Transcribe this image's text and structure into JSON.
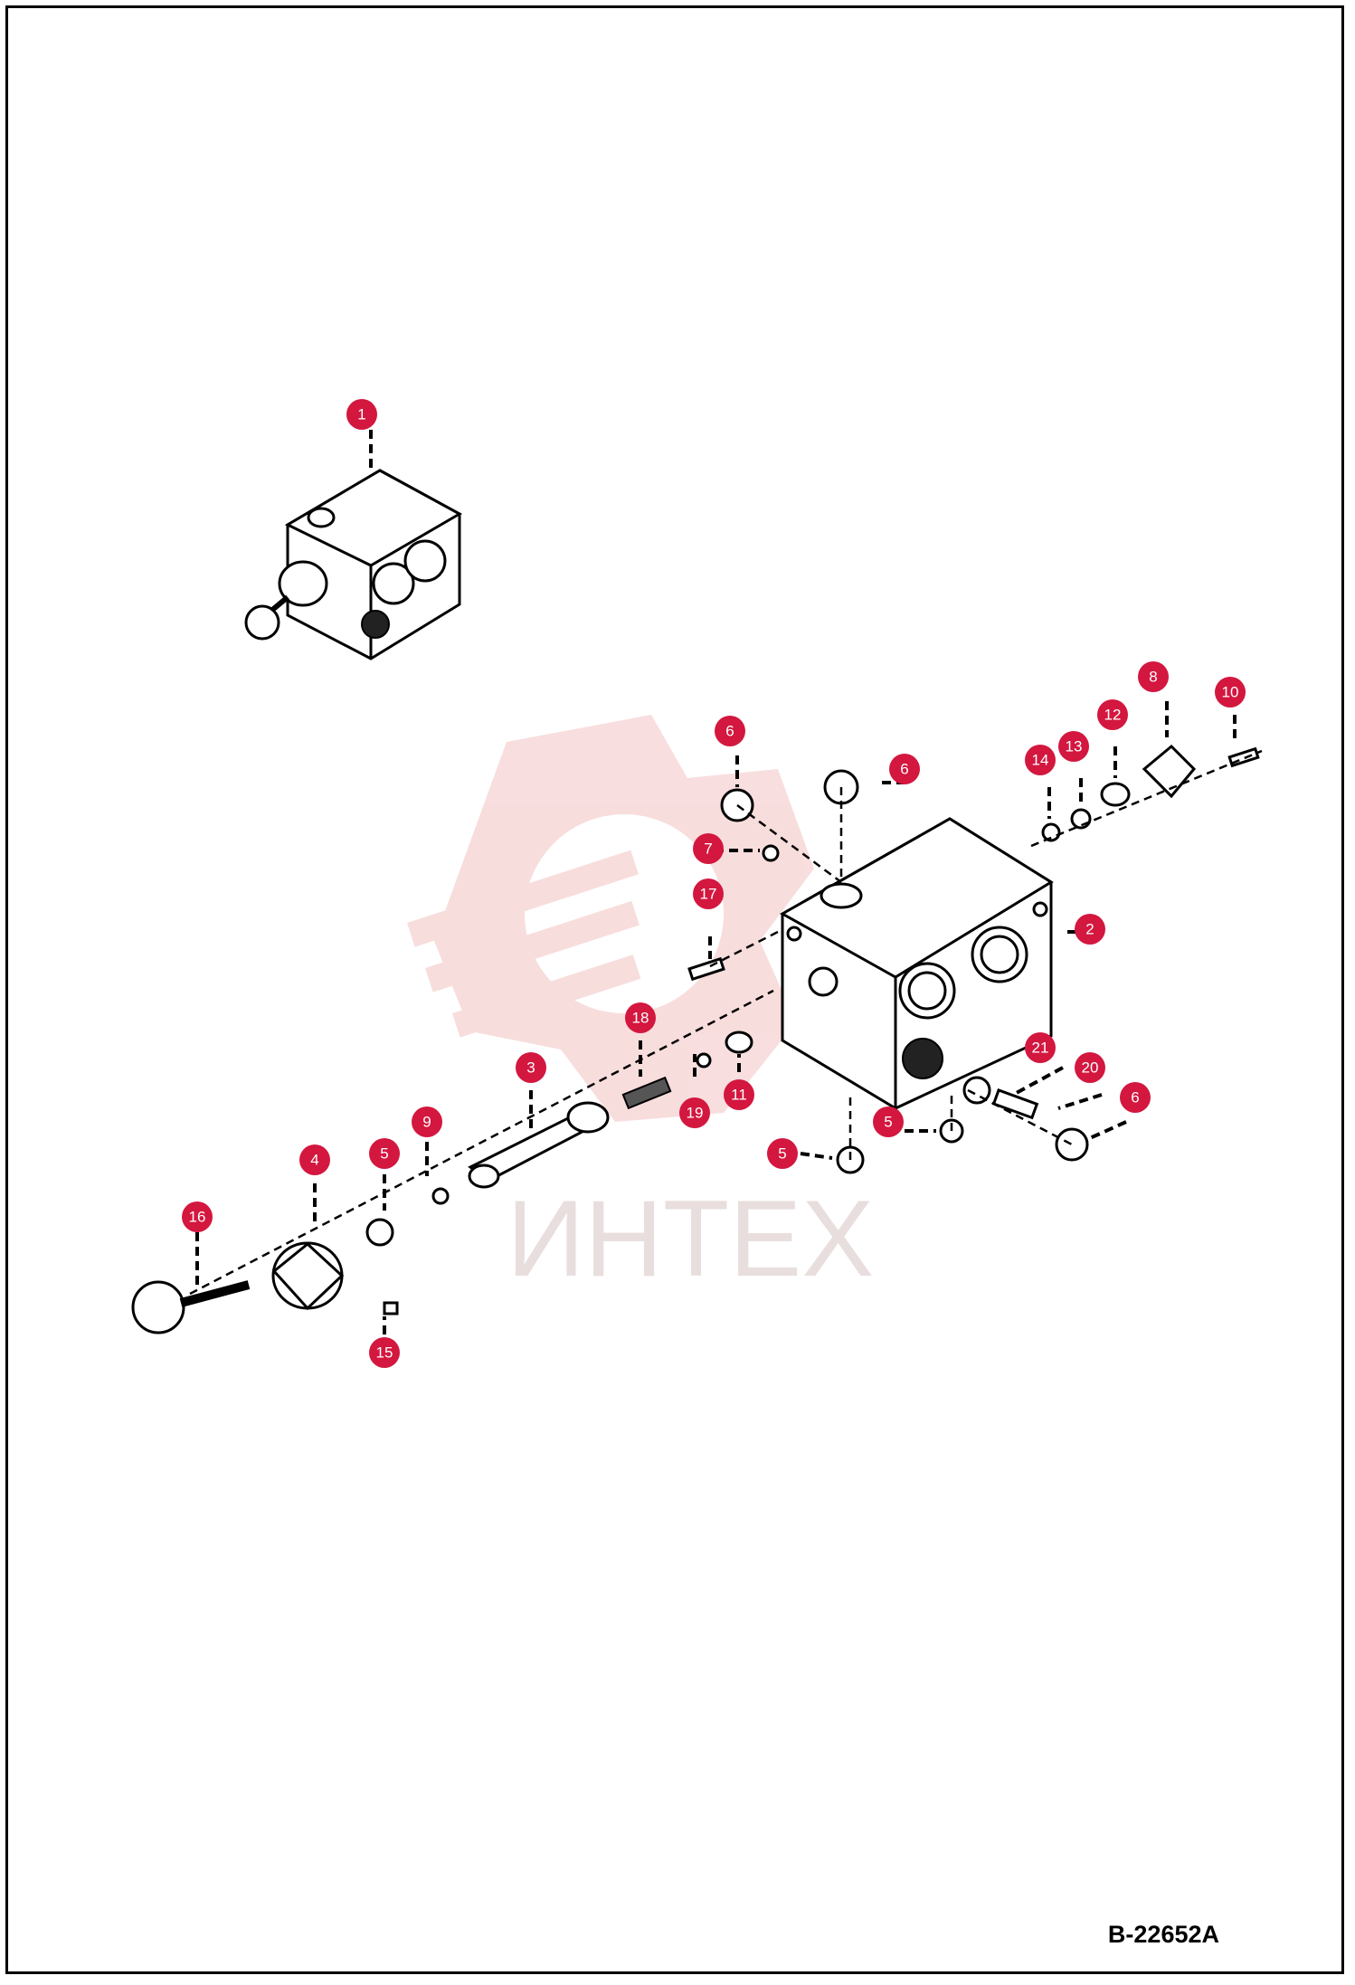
{
  "watermark": {
    "text": "ИНТЕХ",
    "color": "#f0c8c8"
  },
  "callouts": [
    {
      "id": "1",
      "label": "1"
    },
    {
      "id": "2",
      "label": "2"
    },
    {
      "id": "3",
      "label": "3"
    },
    {
      "id": "4",
      "label": "4"
    },
    {
      "id": "5a",
      "label": "5"
    },
    {
      "id": "5b",
      "label": "5"
    },
    {
      "id": "5c",
      "label": "5"
    },
    {
      "id": "6a",
      "label": "6"
    },
    {
      "id": "6b",
      "label": "6"
    },
    {
      "id": "6c",
      "label": "6"
    },
    {
      "id": "7",
      "label": "7"
    },
    {
      "id": "8",
      "label": "8"
    },
    {
      "id": "9",
      "label": "9"
    },
    {
      "id": "10",
      "label": "10"
    },
    {
      "id": "11",
      "label": "11"
    },
    {
      "id": "12",
      "label": "12"
    },
    {
      "id": "13",
      "label": "13"
    },
    {
      "id": "14",
      "label": "14"
    },
    {
      "id": "15",
      "label": "15"
    },
    {
      "id": "16",
      "label": "16"
    },
    {
      "id": "17",
      "label": "17"
    },
    {
      "id": "18",
      "label": "18"
    },
    {
      "id": "19",
      "label": "19"
    },
    {
      "id": "20",
      "label": "20"
    },
    {
      "id": "21",
      "label": "21"
    }
  ],
  "drawing_number": "B-22652A",
  "colors": {
    "callout": "#d3173f",
    "line": "#000000"
  }
}
